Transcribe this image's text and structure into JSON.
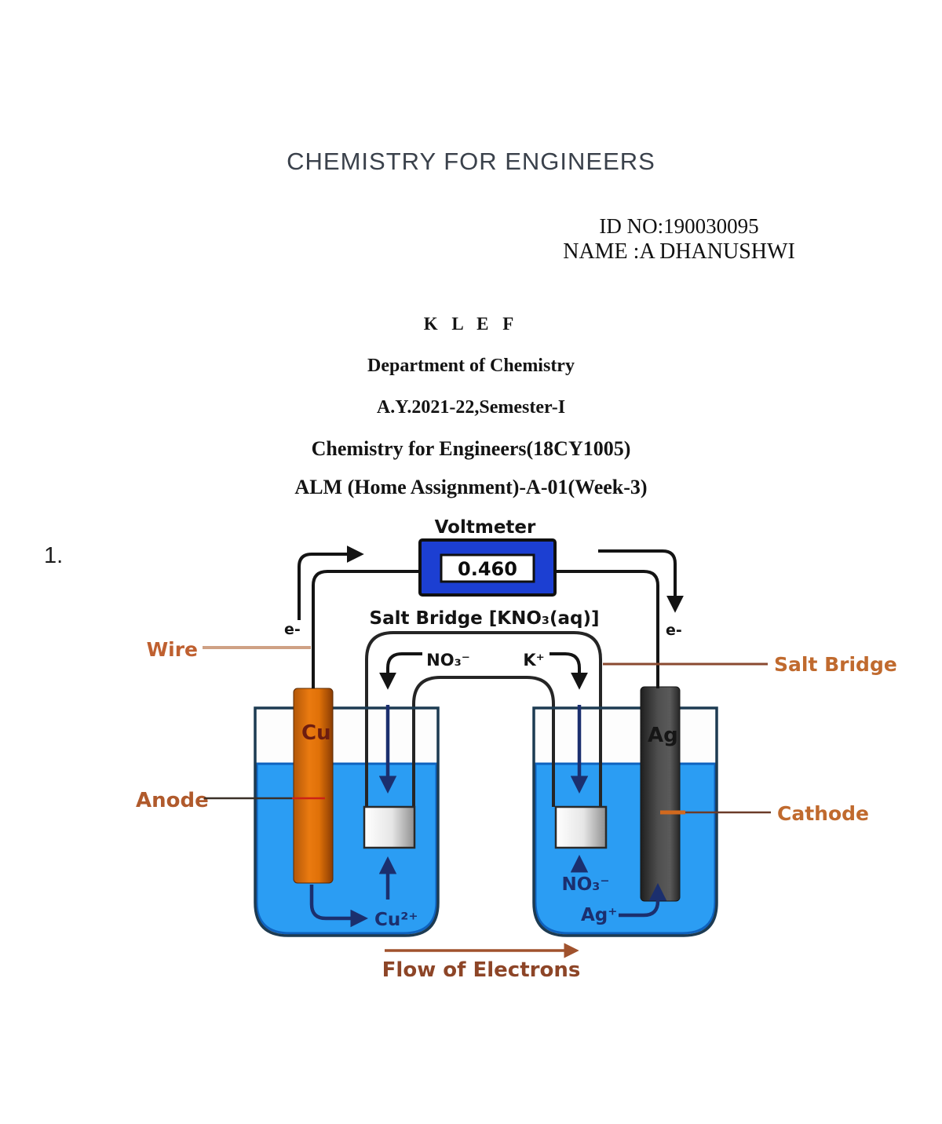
{
  "page": {
    "title": "CHEMISTRY FOR ENGINEERS",
    "id_line": "ID NO:190030095",
    "name_line": "NAME :A DHANUSHWI",
    "institute": "K L E F",
    "department": "Department of Chemistry",
    "academic_year": "A.Y.2021-22,Semester-I",
    "course": "Chemistry for Engineers(18CY1005)",
    "assignment": "ALM (Home Assignment)-A-01(Week-3)",
    "question_number": "1."
  },
  "diagram": {
    "voltmeter_label": "Voltmeter",
    "voltmeter_reading": "0.460",
    "salt_bridge_heading": "Salt Bridge [KNO₃(aq)]",
    "electron_left": "e-",
    "electron_right": "e-",
    "wire_label": "Wire",
    "anode_label": "Anode",
    "salt_bridge_label": "Salt Bridge",
    "cathode_label": "Cathode",
    "flow_label": "Flow of Electrons",
    "bridge_anion": "NO₃⁻",
    "bridge_cation": "K⁺",
    "left_electrode": "Cu",
    "right_electrode": "Ag",
    "left_ion": "Cu²⁺",
    "right_ion_no3": "NO₃⁻",
    "right_ion_ag": "Ag⁺",
    "colors": {
      "solution_blue": "#2b9df3",
      "solution_edge": "#0e62bf",
      "voltmeter_blue": "#1c3fd2",
      "copper_orange": "#e0710f",
      "silver_gray": "#4a4a4a",
      "label_brown": "#b05a2c",
      "ion_navy": "#1b2f6e"
    }
  }
}
